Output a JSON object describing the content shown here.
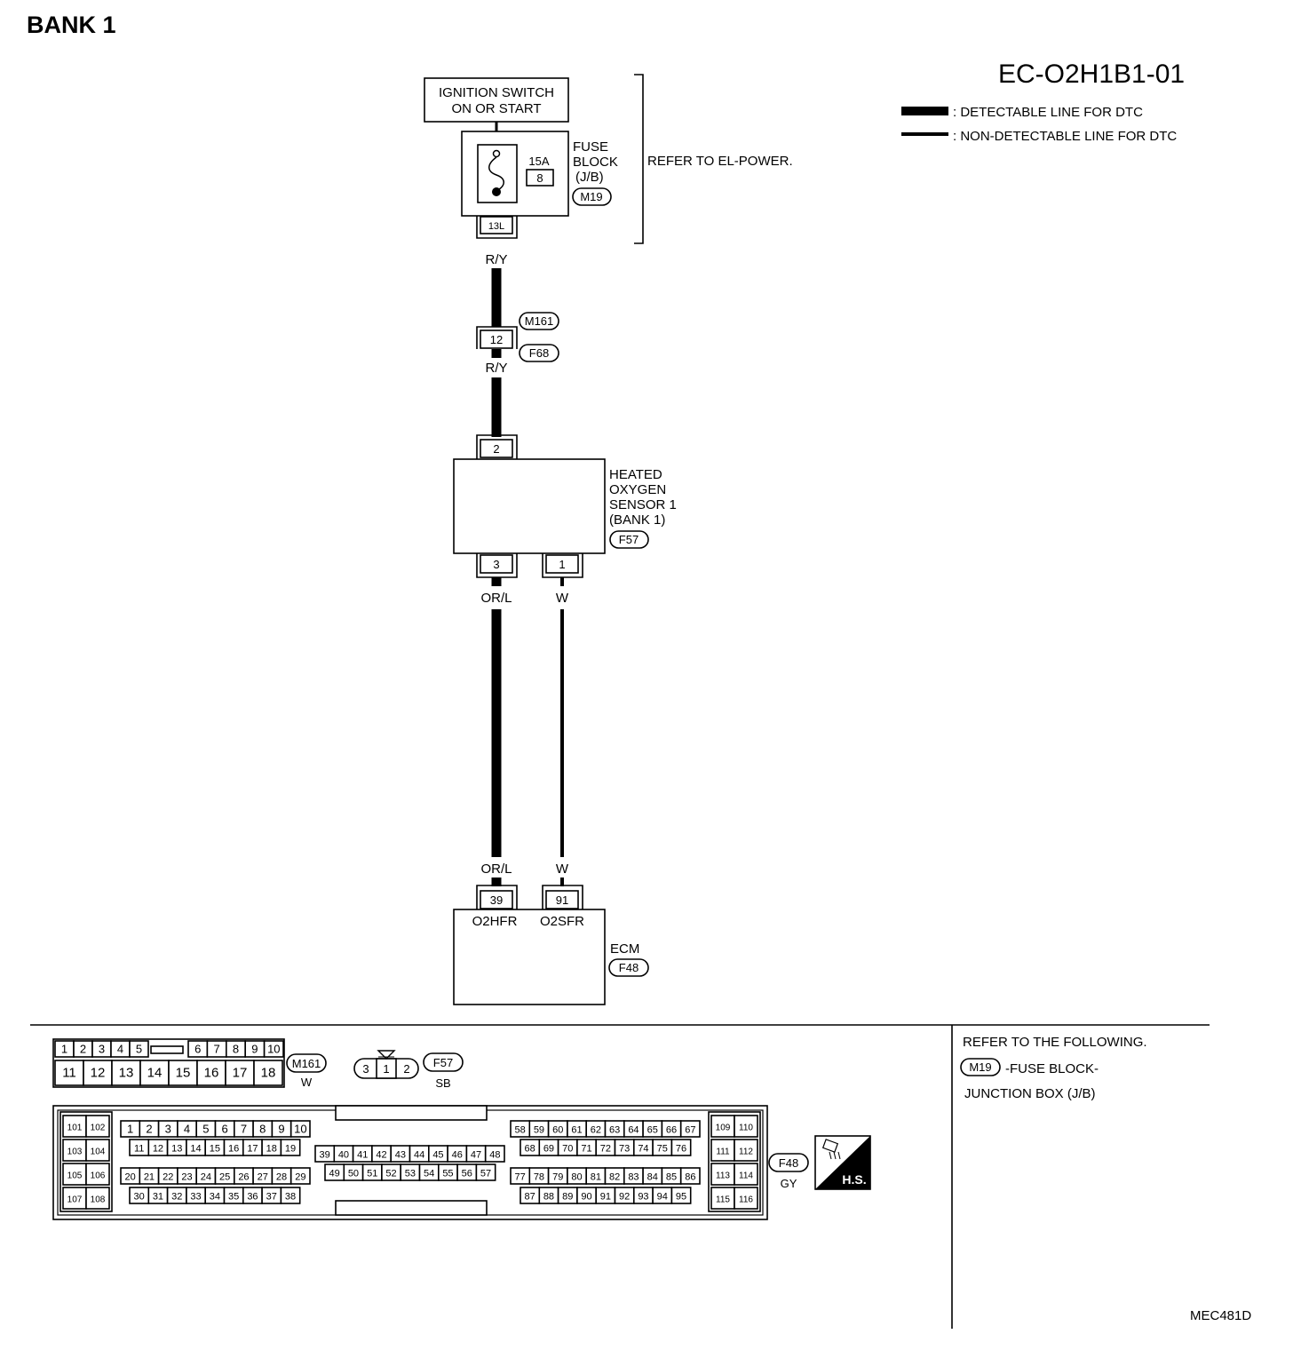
{
  "title": "BANK 1",
  "diagram_id": "EC-O2H1B1-01",
  "footer_id": "MEC481D",
  "legend": {
    "detectable": ": DETECTABLE LINE FOR DTC",
    "non_detectable": ": NON-DETECTABLE LINE FOR DTC"
  },
  "ignition": {
    "line1": "IGNITION SWITCH",
    "line2": "ON OR START"
  },
  "fuse": {
    "amp": "15A",
    "num": "8",
    "label1": "FUSE",
    "label2": "BLOCK",
    "label3": "(J/B)",
    "connector": "M19",
    "terminal": "13L",
    "refer": "REFER TO EL-POWER."
  },
  "wires": {
    "ry_top": "R/Y",
    "ry_bottom": "R/Y",
    "orl_top": "OR/L",
    "w_top": "W",
    "orl_bottom": "OR/L",
    "w_bottom": "W"
  },
  "joint": {
    "connector_top": "M161",
    "connector_bottom": "F68",
    "terminal": "12"
  },
  "sensor": {
    "line1": "HEATED",
    "line2": "OXYGEN",
    "line3": "SENSOR 1",
    "line4": "(BANK 1)",
    "connector": "F57",
    "pin_top": "2",
    "pin_left": "3",
    "pin_right": "1"
  },
  "ecm": {
    "label": "ECM",
    "connector": "F48",
    "pin_left": "39",
    "pin_right": "91",
    "sig_left": "O2HFR",
    "sig_right": "O2SFR"
  },
  "connector_views": {
    "m161": {
      "name": "M161",
      "color": "W",
      "row1a": [
        "1",
        "2",
        "3",
        "4",
        "5"
      ],
      "row1b": [
        "6",
        "7",
        "8",
        "9",
        "10"
      ],
      "row2": [
        "11",
        "12",
        "13",
        "14",
        "15",
        "16",
        "17",
        "18"
      ]
    },
    "f57": {
      "name": "F57",
      "color": "SB",
      "pins": [
        "3",
        "1",
        "2"
      ]
    },
    "f48": {
      "name": "F48",
      "color": "GY"
    }
  },
  "refer_box": {
    "line1": "REFER TO THE FOLLOWING.",
    "connector": "M19",
    "line2": "-FUSE BLOCK-",
    "line3": "JUNCTION BOX (J/B)"
  },
  "hs_badge": "H.S."
}
